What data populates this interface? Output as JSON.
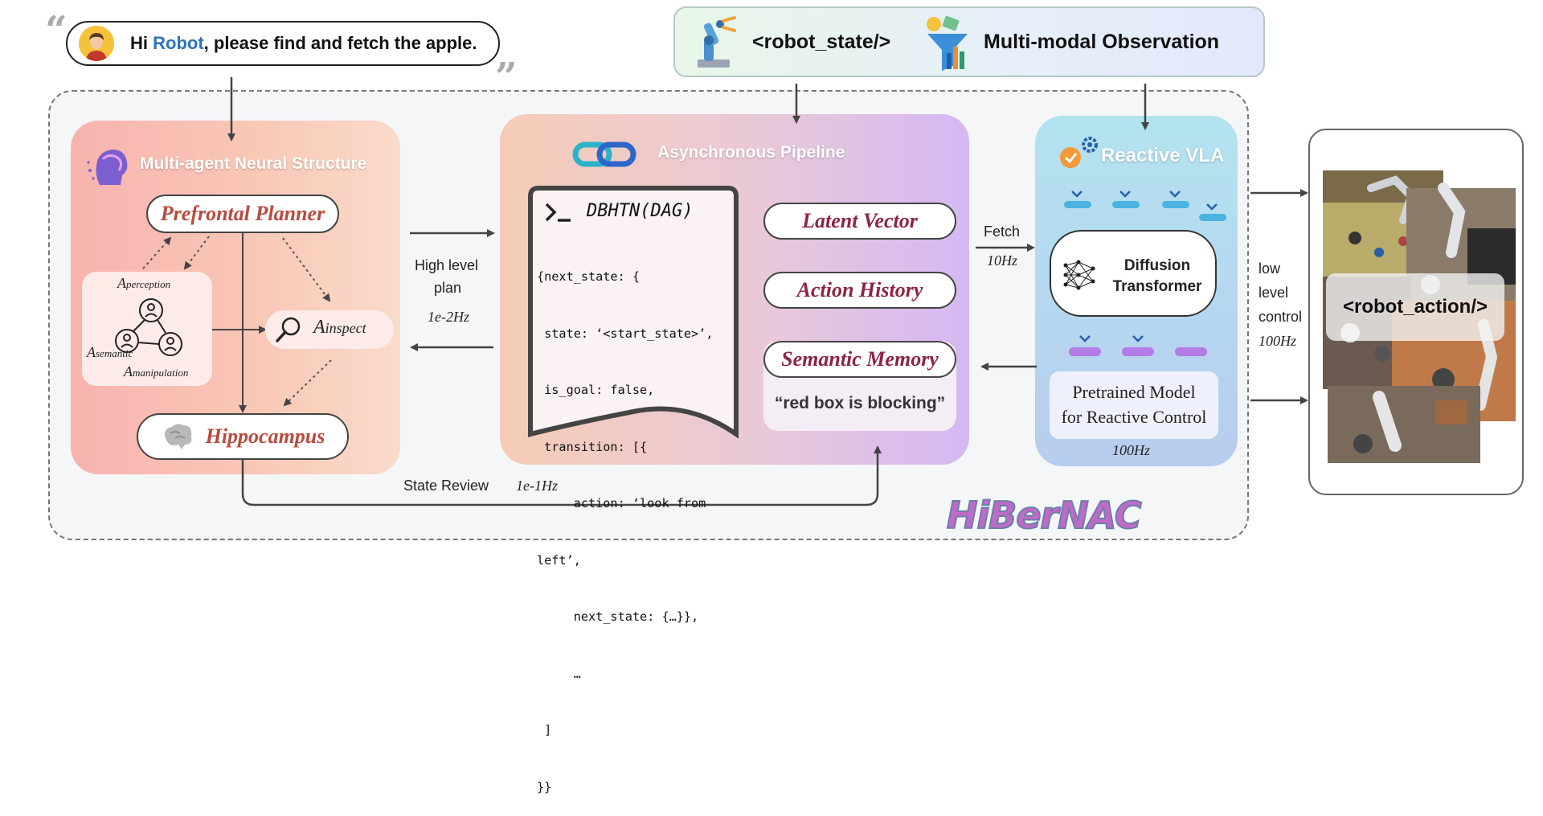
{
  "instruction": {
    "prefix": "Hi ",
    "highlight": "Robot",
    "suffix": ", please find and fetch the apple.",
    "open_quote": "“",
    "close_quote": "”"
  },
  "observation": {
    "state_tag": "<robot_state/>",
    "title": "Multi-modal Observation"
  },
  "mans": {
    "title": "Multi-agent Neural Structure",
    "planner": "Prefrontal Planner",
    "hippocampus": "Hippocampus",
    "agents": {
      "perception_main": "A",
      "perception_sub": "perception",
      "semantic_main": "A",
      "semantic_sub": "semantic",
      "manipulation_main": "A",
      "manipulation_sub": "manipulation",
      "inspect_main": "A",
      "inspect_sub": "inspect"
    }
  },
  "links": {
    "high_level_plan": [
      "High level",
      "plan"
    ],
    "high_level_rate": "1e-2Hz",
    "state_review": "State Review",
    "state_review_rate": "1e-1Hz",
    "fetch": "Fetch",
    "fetch_rate": "10Hz",
    "low_level_control": [
      "low",
      "level",
      "control"
    ],
    "low_level_rate": "100Hz"
  },
  "async": {
    "title": "Asynchronous Pipeline",
    "doc_title": "DBHTN(DAG)",
    "code_lines": [
      "{next_state: {",
      " state: ‘<start_state>’,",
      " is_goal: false,",
      " transition: [{",
      "     action: ‘look from",
      "left’,",
      "     next_state: {…}},",
      "     …",
      " ]",
      "}}"
    ],
    "latent_vector": "Latent Vector",
    "action_history": "Action History",
    "semantic_memory": "Semantic Memory",
    "memory_quote": "“red box is blocking”"
  },
  "vla": {
    "title": "Reactive VLA",
    "diffusion": [
      "Diffusion",
      "Transformer"
    ],
    "pretrained": [
      "Pretrained Model",
      "for Reactive Control"
    ],
    "rate": "100Hz"
  },
  "output": {
    "action_tag": "<robot_action/>"
  },
  "brand": "HiBerNAC"
}
